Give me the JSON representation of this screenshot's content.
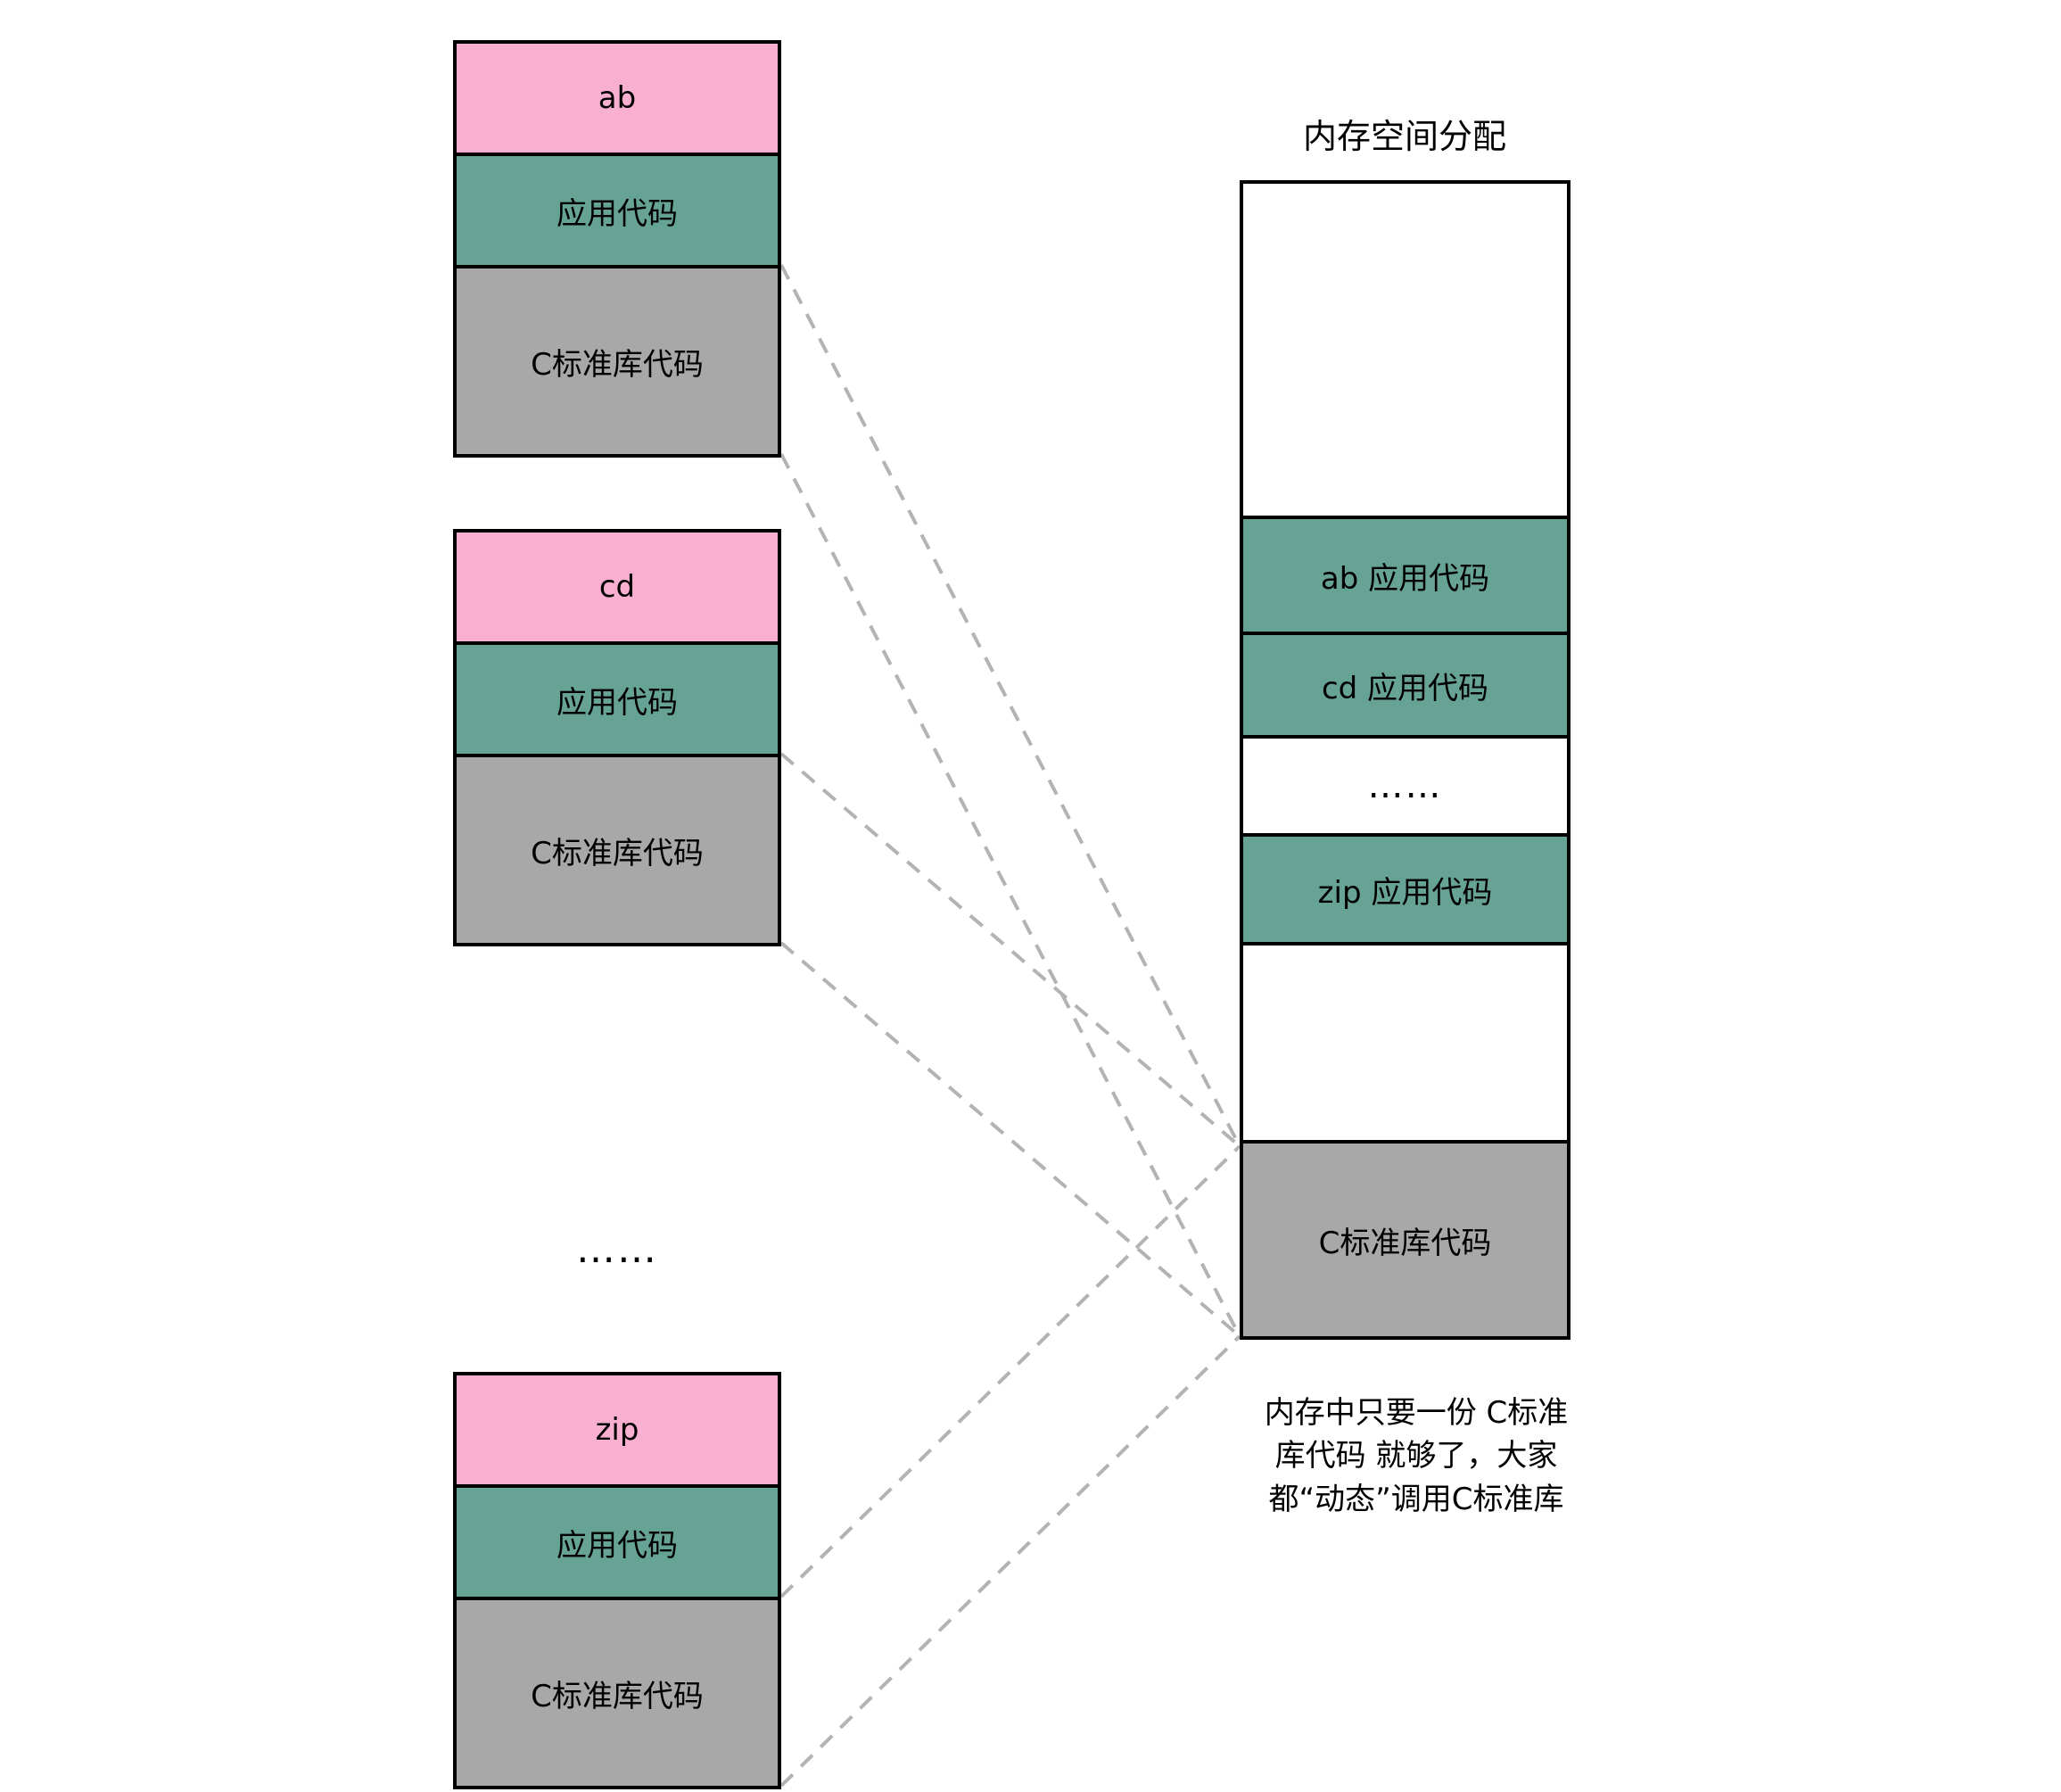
{
  "colors": {
    "pink": "#F8AFD0",
    "teal": "#67A394",
    "gray": "#A8A8A8",
    "border": "#000000",
    "dash": "#B3B3B3"
  },
  "programs": [
    {
      "name": "ab",
      "app_label": "应用代码",
      "lib_label": "C标准库代码"
    },
    {
      "name": "cd",
      "app_label": "应用代码",
      "lib_label": "C标准库代码"
    },
    {
      "name": "zip",
      "app_label": "应用代码",
      "lib_label": "C标准库代码"
    }
  ],
  "ellipsis_left": "……",
  "memory": {
    "title": "内存空间分配",
    "sections": [
      {
        "label": "",
        "type": "empty"
      },
      {
        "label": "ab 应用代码",
        "type": "app"
      },
      {
        "label": "cd 应用代码",
        "type": "app"
      },
      {
        "label": "……",
        "type": "ellipsis"
      },
      {
        "label": "zip 应用代码",
        "type": "app"
      },
      {
        "label": "",
        "type": "empty"
      },
      {
        "label": "C标准库代码",
        "type": "lib"
      }
    ]
  },
  "annotation": "内存中只要一份 C标准\n库代码 就够了，大家\n都“动态”调用C标准库"
}
